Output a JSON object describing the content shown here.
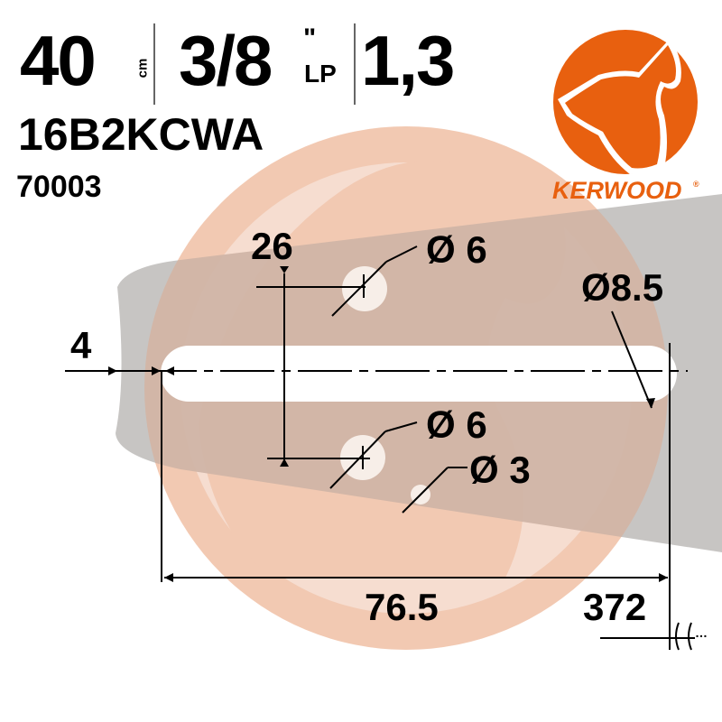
{
  "header": {
    "length": {
      "value": "40",
      "unit": "cm"
    },
    "pitch": {
      "value": "3/8",
      "mark": "\"",
      "suffix": "LP"
    },
    "gauge": {
      "value": "1,3"
    },
    "model": "16B2KCWA",
    "reference": "70003"
  },
  "brand": {
    "name": "KERWOOD",
    "registered": "®",
    "logo_icon": "howling-wolf-icon",
    "color": "#E8600F"
  },
  "watermark": {
    "icon": "howling-wolf-icon",
    "color": "#F6D3BF"
  },
  "bar": {
    "color": "#C2C0BE",
    "slot_color": "#FFFFFF"
  },
  "dimensions": {
    "slot_offset": "4",
    "hole_spacing": "26",
    "upper_hole": "Ø 6",
    "lower_hole": "Ø 6",
    "small_hole": "Ø 3",
    "slot_end": "Ø8.5",
    "slot_length": "76.5",
    "total_length": "372"
  },
  "colors": {
    "ink": "#000000",
    "separator": "#666666"
  }
}
